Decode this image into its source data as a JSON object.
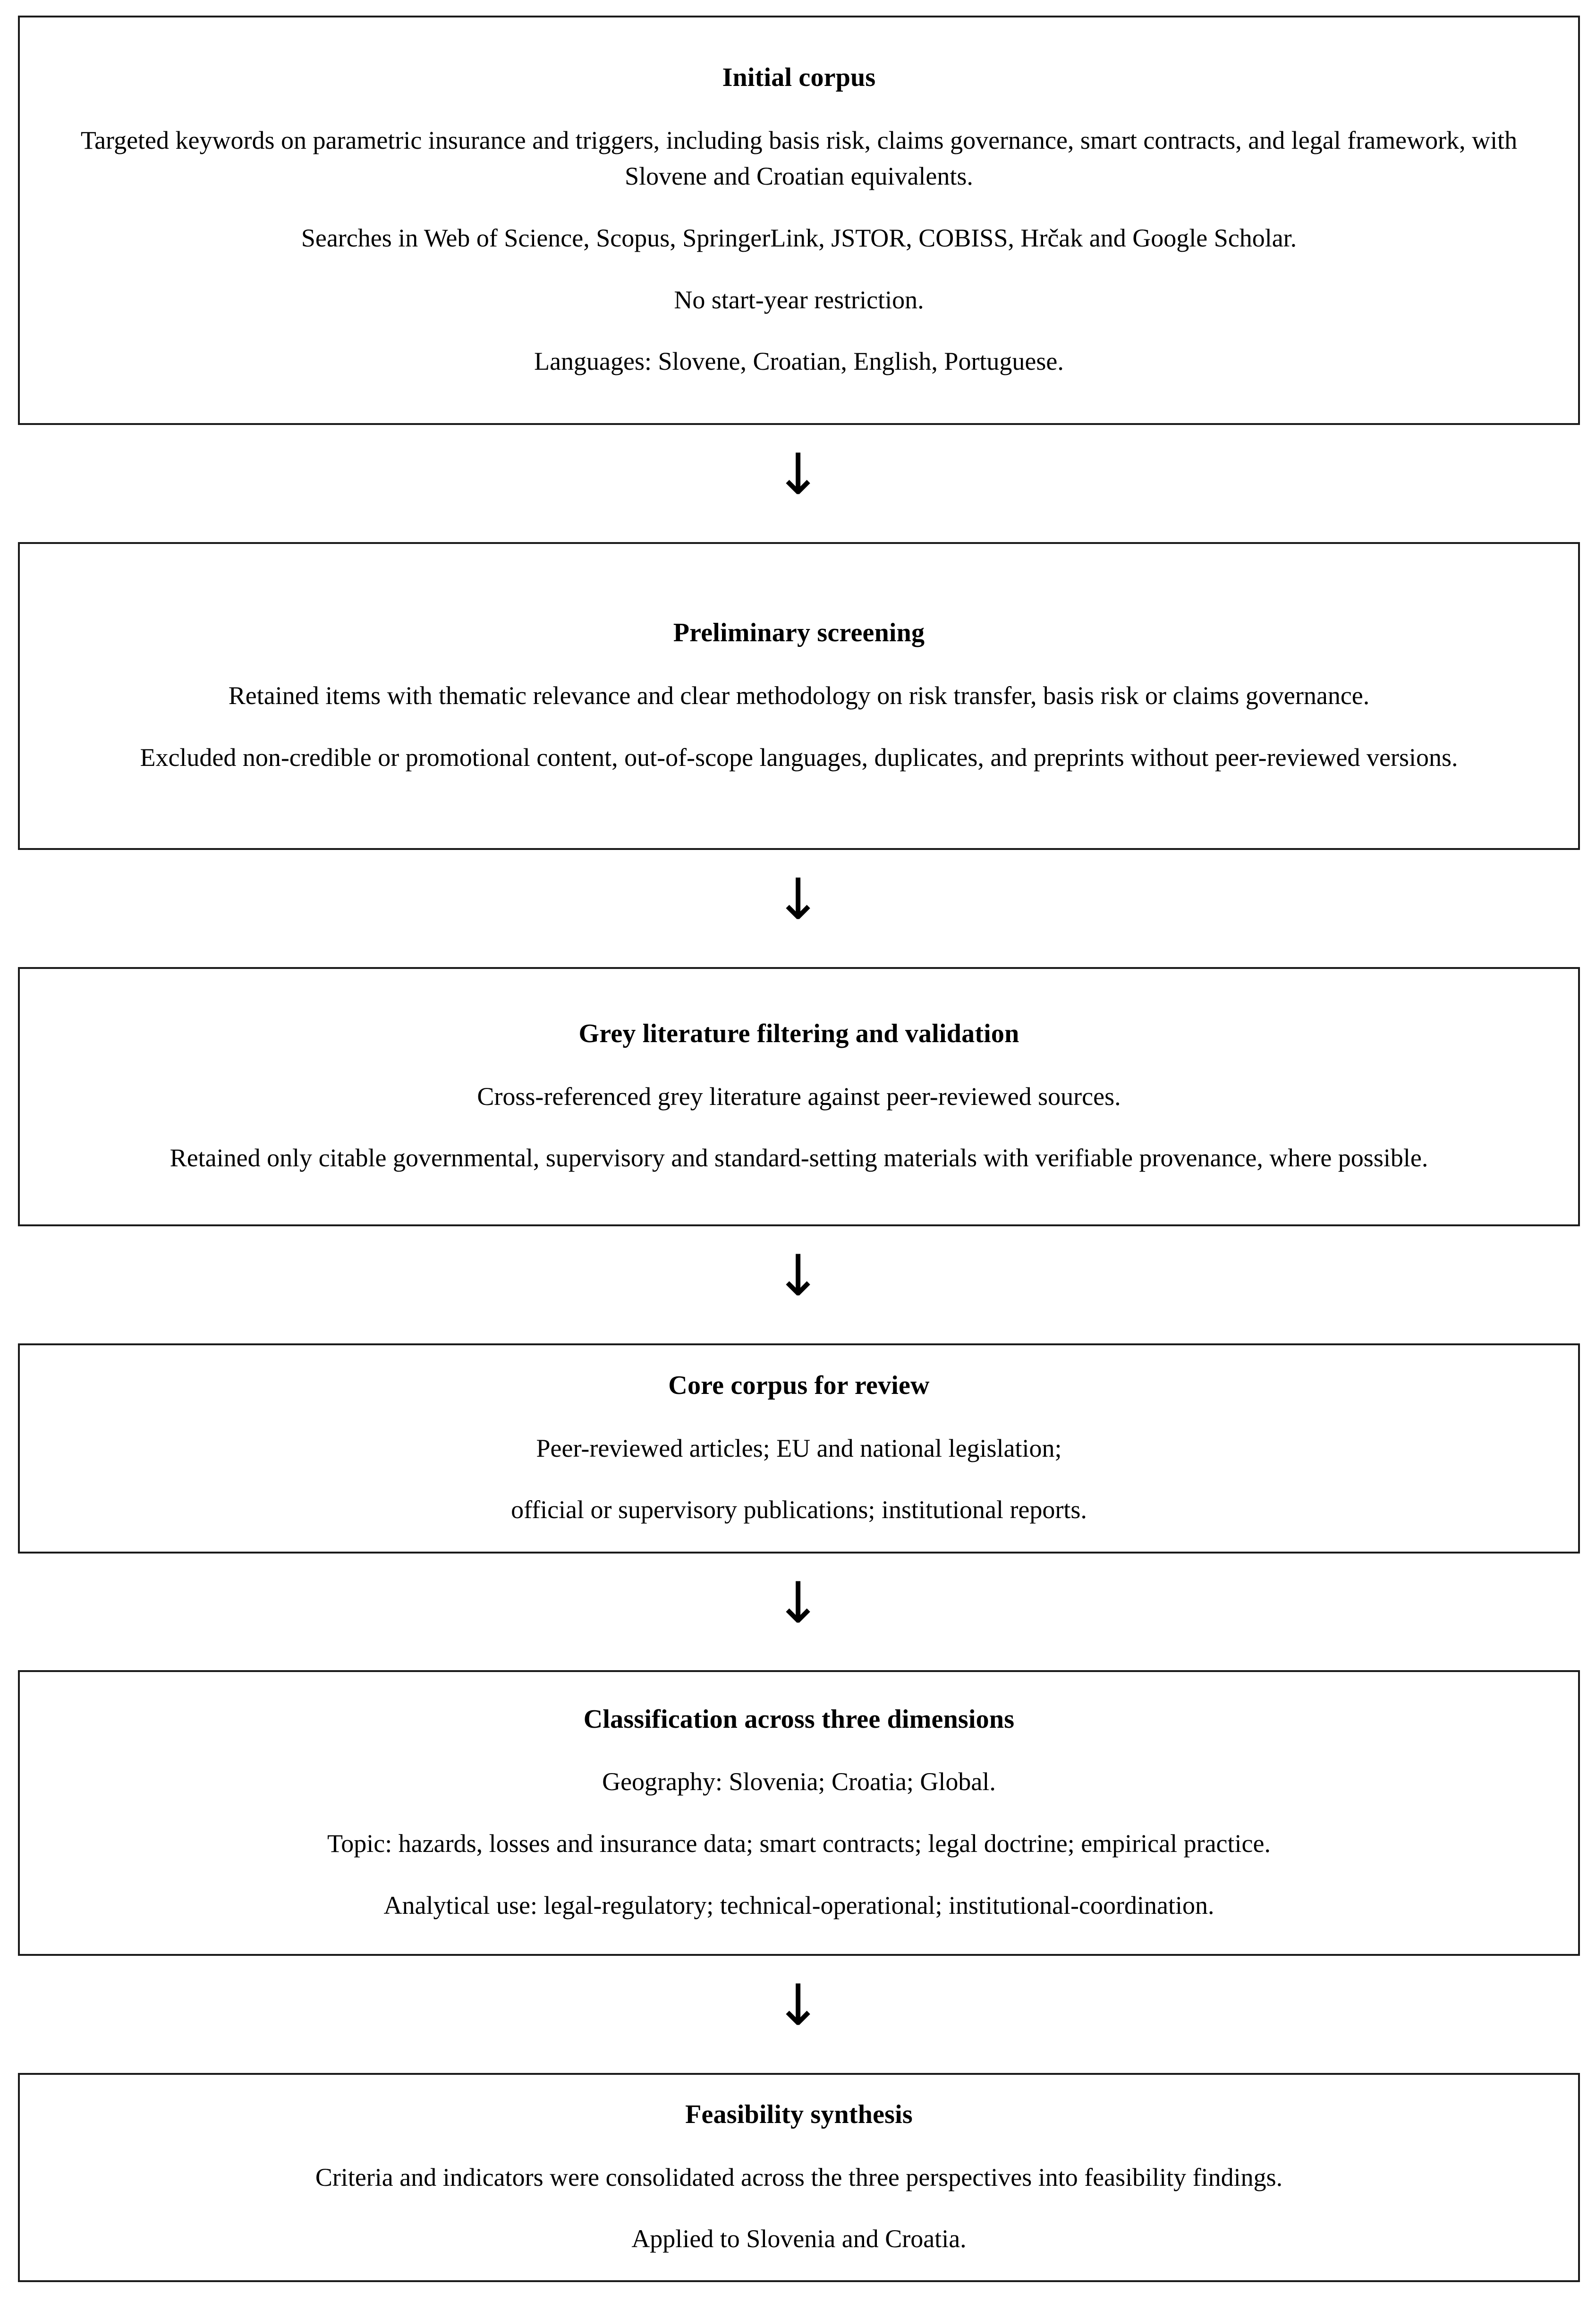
{
  "figure": {
    "kind": "methodology-flowchart",
    "orientation": "vertical",
    "box_border_color": "#1b1b1b",
    "background_color": "#ffffff",
    "text_color": "#000000",
    "arrow_glyph": "↓",
    "arrow_name": "down-arrow-icon"
  },
  "steps": [
    {
      "id": "initial-corpus",
      "title": "Initial corpus",
      "lines": [
        "Targeted keywords on parametric insurance and triggers, including basis risk, claims governance, smart contracts, and legal framework, with Slovene and Croatian equivalents.",
        "Searches in Web of Science, Scopus, SpringerLink, JSTOR, COBISS, Hrčak and Google Scholar.",
        "No start-year restriction.",
        "Languages: Slovene, Croatian, English, Portuguese."
      ]
    },
    {
      "id": "preliminary-screening",
      "title": "Preliminary screening",
      "lines": [
        "Retained items with thematic relevance and clear methodology on risk transfer, basis risk or claims governance.",
        "Excluded non-credible or promotional content, out-of-scope languages, duplicates, and preprints without peer-reviewed versions."
      ]
    },
    {
      "id": "grey-literature-filtering",
      "title": "Grey literature filtering and validation",
      "lines": [
        "Cross-referenced grey literature against peer-reviewed sources.",
        "Retained only citable governmental, supervisory and standard-setting materials with verifiable provenance, where possible."
      ]
    },
    {
      "id": "core-corpus",
      "title": "Core corpus for review",
      "lines": [
        "Peer-reviewed articles; EU and national legislation;",
        "official or supervisory publications; institutional reports."
      ]
    },
    {
      "id": "classification",
      "title": "Classification across three dimensions",
      "lines": [
        "Geography: Slovenia; Croatia; Global.",
        "Topic: hazards, losses and insurance data; smart contracts; legal doctrine; empirical practice.",
        "Analytical use: legal-regulatory; technical-operational; institutional-coordination."
      ]
    },
    {
      "id": "feasibility-synthesis",
      "title": "Feasibility synthesis",
      "lines": [
        "Criteria and indicators were consolidated across the three perspectives into feasibility findings.",
        "Applied to Slovenia and Croatia."
      ]
    }
  ],
  "arrows": [
    {
      "id": "arrow-1",
      "glyph": "↓",
      "from": "initial-corpus",
      "to": "preliminary-screening"
    },
    {
      "id": "arrow-2",
      "glyph": "↓",
      "from": "preliminary-screening",
      "to": "grey-literature-filtering"
    },
    {
      "id": "arrow-3",
      "glyph": "↓",
      "from": "grey-literature-filtering",
      "to": "core-corpus"
    },
    {
      "id": "arrow-4",
      "glyph": "↓",
      "from": "core-corpus",
      "to": "classification"
    },
    {
      "id": "arrow-5",
      "glyph": "↓",
      "from": "classification",
      "to": "feasibility-synthesis"
    }
  ]
}
